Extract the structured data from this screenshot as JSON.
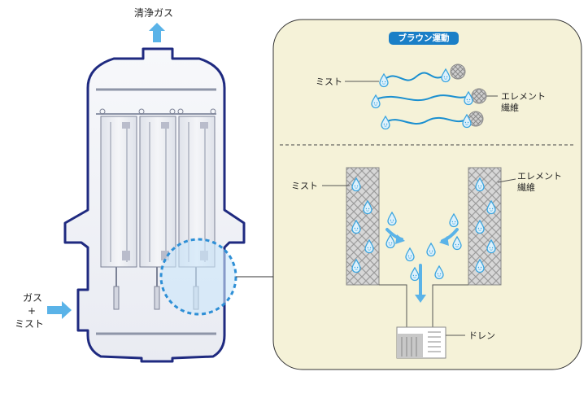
{
  "labels": {
    "clean_gas": "清浄ガス",
    "inlet_gas": "ガス",
    "inlet_plus": "+",
    "inlet_mist": "ミスト",
    "brownian_title": "ブラウン運動",
    "mist_top": "ミスト",
    "element_top_1": "エレメント",
    "element_top_2": "繊維",
    "mist_mid": "ミスト",
    "element_mid_1": "エレメント",
    "element_mid_2": "繊維",
    "drain": "ドレン"
  },
  "colors": {
    "vessel_outline": "#1f2a80",
    "arrow_blue": "#5ab3e8",
    "panel_bg": "#f5f2d8",
    "badge_bg": "#1a7fc7",
    "droplet": "#3aa5e0",
    "focus_circle": "#2e8fd6"
  },
  "icons": {
    "droplet": "water-droplet-icon",
    "fiber": "fiber-mesh-ball-icon",
    "arrow": "flow-arrow-icon"
  }
}
